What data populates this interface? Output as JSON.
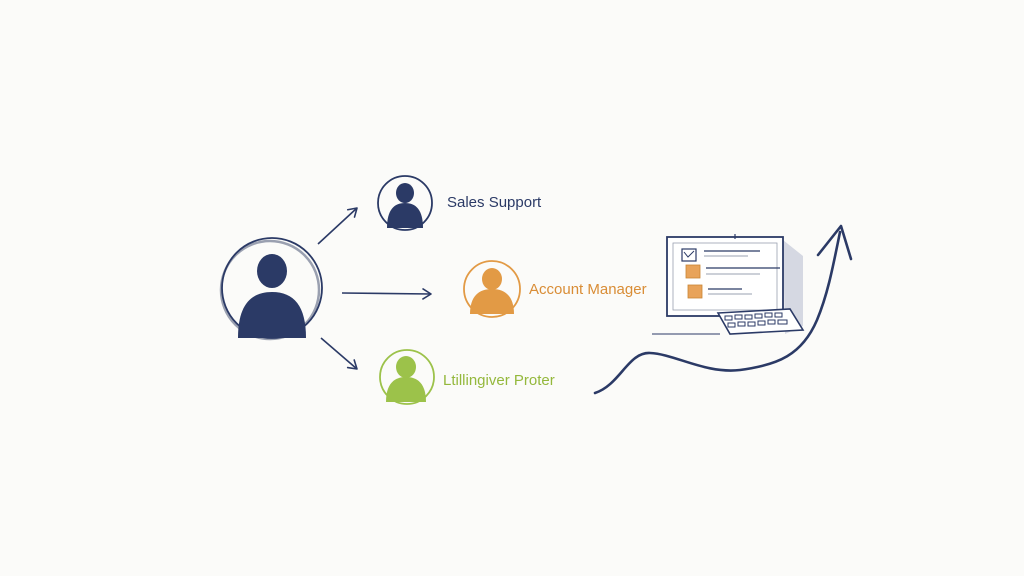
{
  "colors": {
    "navy": "#2b3a66",
    "orange": "#e29a45",
    "green": "#9cc24a",
    "gray": "#9aa0b0"
  },
  "nodes": {
    "source": {
      "icon": "person-icon",
      "color": "navy"
    },
    "sales_support": {
      "label": "Sales Support",
      "icon": "person-icon",
      "color": "navy"
    },
    "account_manager": {
      "label": "Account Manager",
      "icon": "person-icon",
      "color": "orange"
    },
    "third": {
      "label": "Ltillingiver Proter",
      "icon": "person-icon",
      "color": "green"
    }
  },
  "computer": {
    "icon": "computer-icon"
  },
  "trend": {
    "icon": "upward-trend-arrow-icon"
  }
}
